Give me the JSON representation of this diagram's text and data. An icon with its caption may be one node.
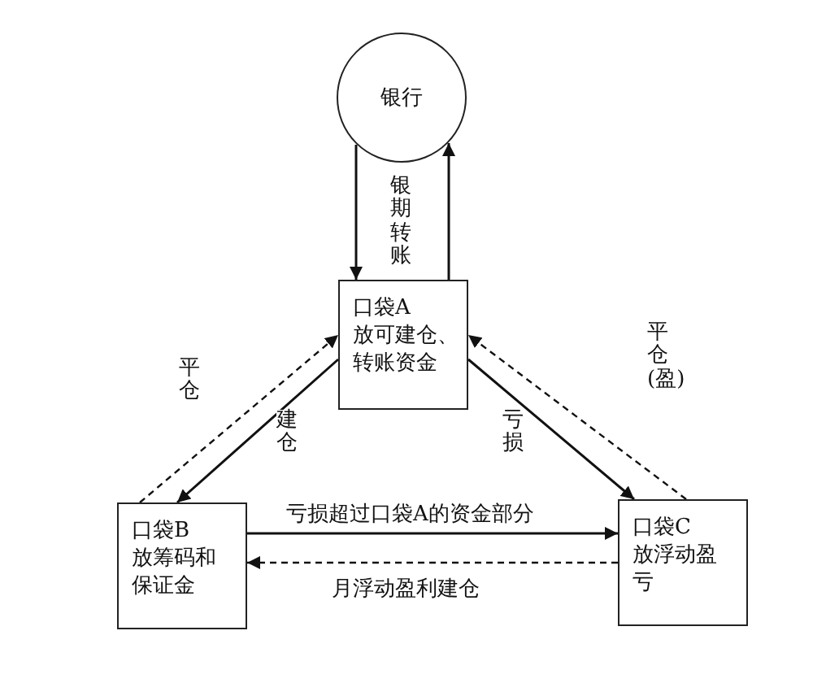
{
  "diagram": {
    "nodes": [
      {
        "text": [
          "银行"
        ]
      },
      {
        "text": [
          "口袋A",
          "放可建仓、转账资金"
        ]
      },
      {
        "text": [
          "口袋B",
          "放筹码和保证金"
        ]
      },
      {
        "text": [
          "口袋C",
          "放浮动盈亏"
        ]
      }
    ],
    "edges": [
      {
        "from": 0,
        "to": 1,
        "arrow": "to",
        "label": "银期转账"
      },
      {
        "from": 1,
        "to": 0,
        "arrow": "to"
      },
      {
        "from": 2,
        "to": 1,
        "arrow": "to",
        "style": "dashed",
        "label": "平仓"
      },
      {
        "from": 1,
        "to": 2,
        "arrow": "to",
        "label": "建仓"
      },
      {
        "from": 1,
        "to": 3,
        "arrow": "to",
        "label": "亏损"
      },
      {
        "from": 3,
        "to": 1,
        "arrow": "to",
        "style": "dashed",
        "label": "平仓(盈)"
      },
      {
        "from": 2,
        "to": 3,
        "arrow": "to",
        "label": "亏损超过口袋A的资金部分"
      },
      {
        "from": 3,
        "to": 2,
        "arrow": "to",
        "style": "dashed",
        "label": "月浮动盈利建仓"
      }
    ]
  }
}
